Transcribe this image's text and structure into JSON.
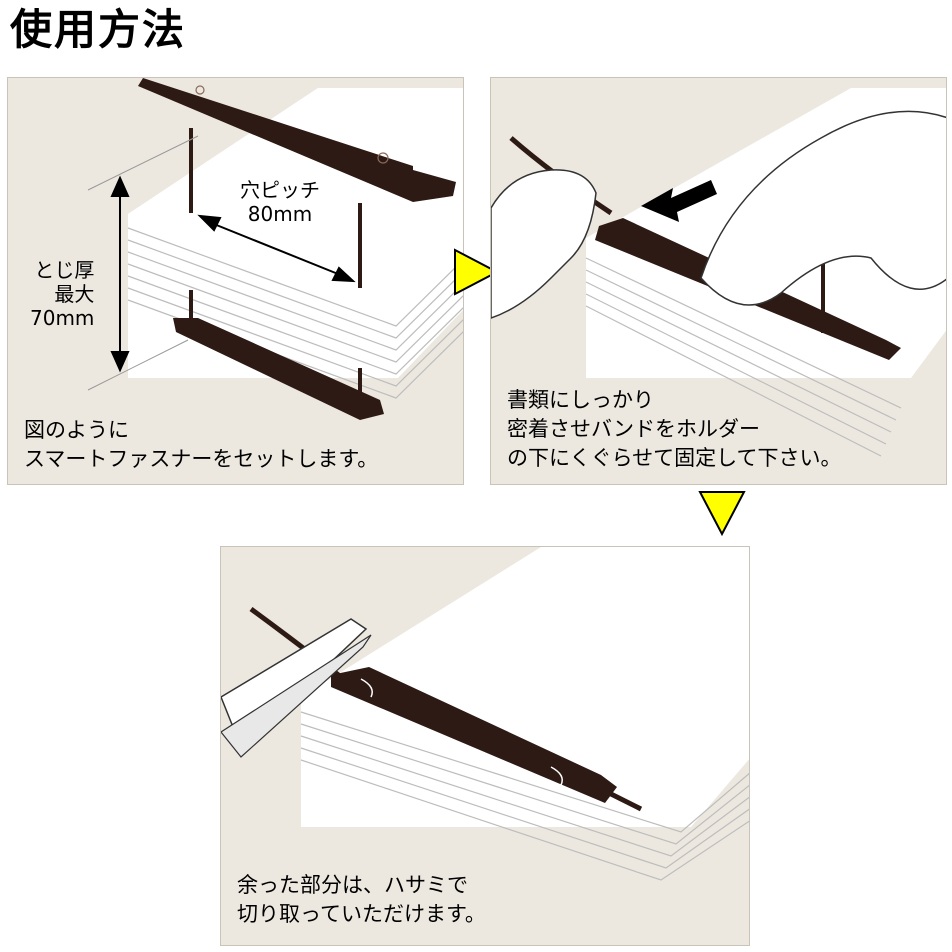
{
  "page": {
    "title": "使用方法"
  },
  "step1": {
    "pitch_label_line1": "穴ピッチ",
    "pitch_label_line2": "80mm",
    "thickness_label_line1": "とじ厚",
    "thickness_label_line2": "最大",
    "thickness_label_line3": "70mm",
    "caption_line1": "図のように",
    "caption_line2": "スマートファスナーをセットします。"
  },
  "step2": {
    "caption_line1": "書類にしっかり",
    "caption_line2": "密着させバンドをホルダー",
    "caption_line3": "の下にくぐらせて固定して下さい。"
  },
  "step3": {
    "caption_line1": "余った部分は、ハサミで",
    "caption_line2": "切り取っていただけます。"
  },
  "colors": {
    "panel_bg": "#ece8df",
    "fastener": "#2e1a14",
    "arrow_fill": "#ffff00"
  }
}
